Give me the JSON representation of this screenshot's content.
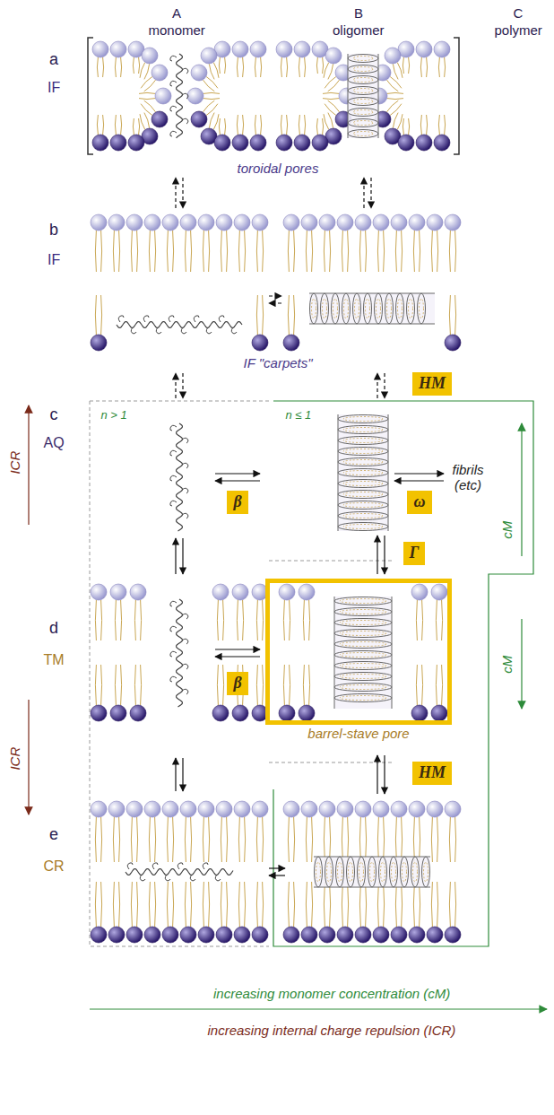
{
  "diagram": {
    "nodes": [
      {
        "text": [
          "HM"
        ]
      },
      {
        "text": [
          "β"
        ]
      },
      {
        "text": [
          "ω"
        ]
      },
      {
        "text": [
          "Γ"
        ]
      },
      {
        "text": [
          "β"
        ]
      },
      {
        "text": [
          "barrel-stave pore"
        ]
      },
      {
        "text": [
          "HM"
        ]
      }
    ],
    "labels": [
      "A",
      "monomer",
      "B",
      "oligomer",
      "C",
      "polymer",
      "a",
      "IF",
      "toroidal pores",
      "b",
      "IF",
      "IF \"carpets\"",
      "n > 1",
      "n ≤ 1",
      "c",
      "AQ",
      "fibrils (etc)",
      "ICR",
      "cM",
      "d",
      "TM",
      "ICR",
      "cM",
      "e",
      "CR",
      "increasing monomer concentration (cM)",
      "increasing internal charge repulsion (ICR)"
    ]
  }
}
